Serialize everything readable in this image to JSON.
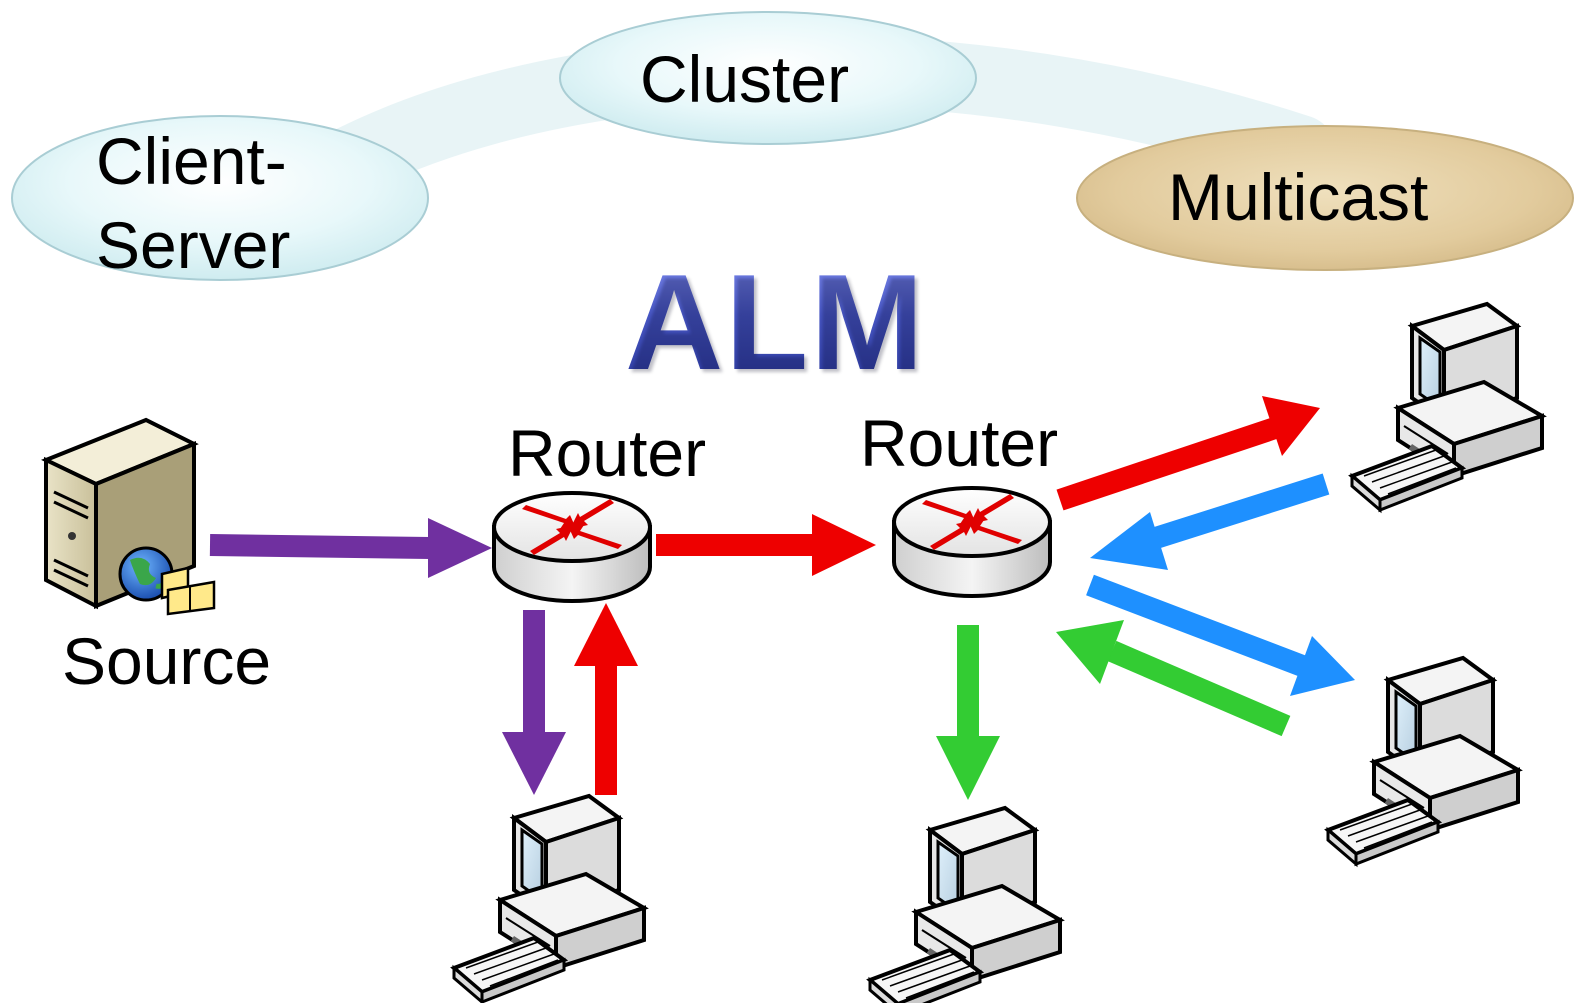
{
  "title": "ALM",
  "bubbles": {
    "client_server_line1": "Client-",
    "client_server_line2": "Server",
    "cluster": "Cluster",
    "multicast": "Multicast"
  },
  "nodes": {
    "source": "Source",
    "router1": "Router",
    "router2": "Router"
  },
  "colors": {
    "purple": "#7030a0",
    "red": "#ee0000",
    "blue": "#1e90ff",
    "green": "#33cc33",
    "bubble": "#dff4f7",
    "multicast_bubble": "#e6d2a8"
  }
}
